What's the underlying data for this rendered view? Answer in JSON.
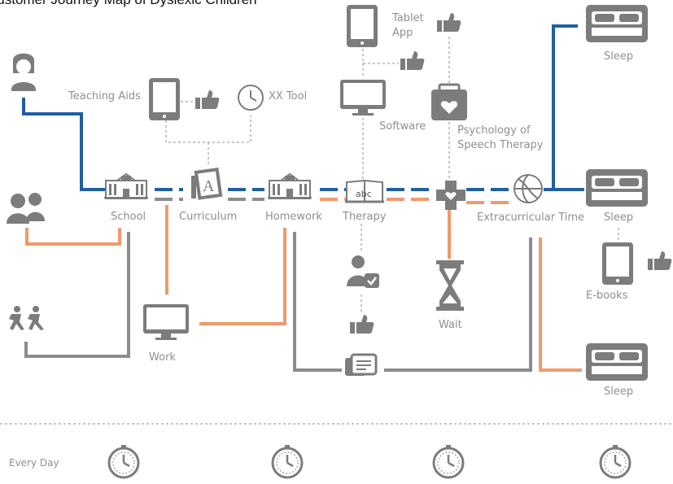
{
  "title": "Customer Journey Map of Dyslexic Children",
  "colors": {
    "blue": "#1f5fa5",
    "orange": "#ee9a6c",
    "gray": "#8c8c8c",
    "icon": "#7c7c7c"
  },
  "nodes": {
    "school": "School",
    "curriculum": "Curriculum",
    "homework": "Homework",
    "therapy": "Therapy",
    "extracurricular": "Extracurricular Time",
    "work": "Work",
    "wait": "Wait",
    "teaching_aids": "Teaching Aids",
    "xx_tool": "XX Tool",
    "software": "Software",
    "tablet_app": "Tablet\nApp",
    "psychology": "Psychology of\nSpeech Therapy",
    "e_books": "E-books",
    "sleep_top": "Sleep",
    "sleep_mid": "Sleep",
    "sleep_bottom": "Sleep",
    "therapy_book_text": "abc"
  },
  "timeline": {
    "label": "Every Day",
    "clock_count": 4
  },
  "icons": [
    "girl-icon",
    "parents-icon",
    "running-kids-icon",
    "school-building-icon",
    "curriculum-book-icon",
    "homework-building-icon",
    "therapy-book-icon",
    "medical-cross-icon",
    "basketball-icon",
    "bed-icon",
    "tablet-icon",
    "monitor-icon",
    "thumbs-up-icon",
    "stopwatch-icon",
    "doctor-icon",
    "medical-kit-icon",
    "hourglass-icon",
    "chat-bubble-icon",
    "clock-icon"
  ]
}
